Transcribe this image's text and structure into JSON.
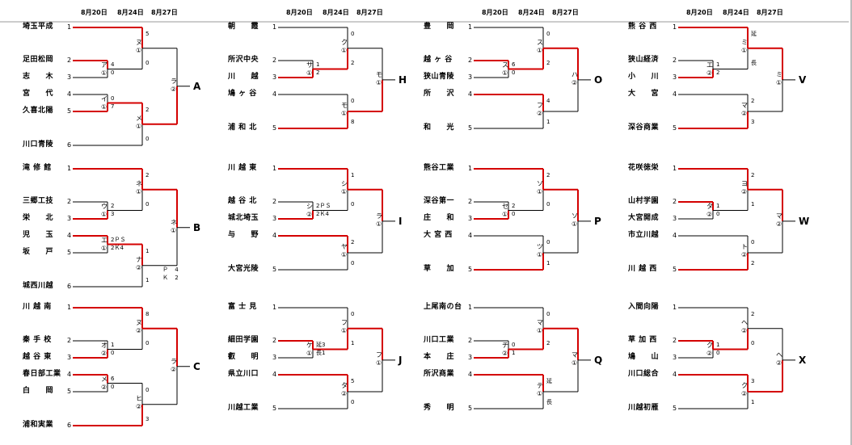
{
  "colors": {
    "win": "#d40000",
    "lose": "#000000"
  },
  "header": {
    "d1": "8月20日",
    "d2": "8月24日",
    "d3": "8月27日"
  },
  "blocks": [
    {
      "label": "A",
      "f": "ラ",
      "fn": "②",
      "size": 6,
      "teams": [
        {
          "name": "埼玉平成",
          "seed": "1"
        },
        {
          "name": "足田松岡",
          "seed": "2"
        },
        {
          "name": "志　　木",
          "seed": "3"
        },
        {
          "name": "宮　　代",
          "seed": "4"
        },
        {
          "name": "久喜北陽",
          "seed": "5"
        },
        {
          "name": "川口青陵",
          "seed": "6"
        }
      ],
      "r1": [
        {
          "k": "ア",
          "n": "①",
          "a": "4",
          "b": "0",
          "w": 0
        },
        {
          "k": "イ",
          "n": "①",
          "a": "0",
          "b": "7",
          "w": 1
        }
      ],
      "s": [
        {
          "k": "ヌ",
          "n": "①",
          "a": "5",
          "b": "0",
          "w": 0
        },
        {
          "k": "メ",
          "n": "①",
          "a": "2",
          "b": "0",
          "w": 0
        }
      ],
      "fw": 1
    },
    {
      "label": "B",
      "f": "ネ",
      "fn": "①",
      "size": 6,
      "teams": [
        {
          "name": "滝 修 館",
          "seed": "1"
        },
        {
          "name": "三郷工技",
          "seed": "2"
        },
        {
          "name": "栄　　北",
          "seed": "3"
        },
        {
          "name": "児　　玉",
          "seed": "4"
        },
        {
          "name": "坂　　戸",
          "seed": "5"
        },
        {
          "name": "城西川越",
          "seed": "6"
        }
      ],
      "r1": [
        {
          "k": "ウ",
          "n": "①",
          "a": "2",
          "b": "3",
          "w": 1
        },
        {
          "k": "エ",
          "n": "①",
          "a": "2ＰＳ",
          "b": "2Ｋ4",
          "w": 0
        }
      ],
      "s": [
        {
          "k": "ネ",
          "n": "①",
          "a": "2",
          "b": "0",
          "w": 0
        },
        {
          "k": "ナ",
          "n": "②",
          "a": "1",
          "b": "1",
          "w": 0
        }
      ],
      "fw": 0,
      "fnote": [
        "Ｐ 4",
        "Ｋ 2"
      ]
    },
    {
      "label": "C",
      "f": "ラ",
      "fn": "②",
      "size": 6,
      "teams": [
        {
          "name": "川 越 南",
          "seed": "1"
        },
        {
          "name": "秦 手 校",
          "seed": "2"
        },
        {
          "name": "越 谷 東",
          "seed": "3"
        },
        {
          "name": "春日部工業",
          "seed": "4"
        },
        {
          "name": "白　　岡",
          "seed": "5"
        },
        {
          "name": "浦和実業",
          "seed": "6"
        }
      ],
      "r1": [
        {
          "k": "オ",
          "n": "②",
          "a": "1",
          "b": "0",
          "w": 1
        },
        {
          "k": "メ",
          "n": "②",
          "a": "6",
          "b": "0",
          "w": 0
        }
      ],
      "s": [
        {
          "k": "ヌ",
          "n": "②",
          "a": "8",
          "b": "0",
          "w": 0
        },
        {
          "k": "ヒ",
          "n": "②",
          "a": "0",
          "b": "3",
          "w": 1
        }
      ],
      "fw": 0
    },
    {
      "label": "H",
      "f": "モ",
      "fn": "①",
      "size": 5,
      "teams": [
        {
          "name": "朝　　霞",
          "seed": "1"
        },
        {
          "name": "所沢中央",
          "seed": "2"
        },
        {
          "name": "川　　越",
          "seed": "3"
        },
        {
          "name": "鳩 ヶ 谷",
          "seed": "4"
        },
        {
          "name": "浦 和 北",
          "seed": "5"
        }
      ],
      "r1": [
        {
          "k": "サ",
          "n": "①",
          "a": "1",
          "b": "2",
          "w": 1
        }
      ],
      "s": [
        {
          "k": "ク",
          "n": "①",
          "a": "0",
          "b": "2",
          "w": 1
        },
        {
          "k": "モ",
          "n": "①",
          "a": "0",
          "b": "8",
          "w": 1
        }
      ],
      "fw": 1
    },
    {
      "label": "I",
      "f": "ラ",
      "fn": "①",
      "size": 5,
      "teams": [
        {
          "name": "川 越 東",
          "seed": "1"
        },
        {
          "name": "越 谷 北",
          "seed": "2"
        },
        {
          "name": "城北埼玉",
          "seed": "3"
        },
        {
          "name": "与　　野",
          "seed": "4"
        },
        {
          "name": "大宮光陵",
          "seed": "5"
        }
      ],
      "r1": [
        {
          "k": "シ",
          "n": "②",
          "a": "2ＰＳ",
          "b": "2Ｋ4",
          "w": 1
        }
      ],
      "s": [
        {
          "k": "シ",
          "n": "①",
          "a": "1",
          "b": "0",
          "w": 0
        },
        {
          "k": "ヤ",
          "n": "①",
          "a": "2",
          "b": "0",
          "w": 0
        }
      ],
      "fw": 0
    },
    {
      "label": "J",
      "f": "フ",
      "fn": "①",
      "size": 5,
      "teams": [
        {
          "name": "富 士 見",
          "seed": "1"
        },
        {
          "name": "細田学園",
          "seed": "2"
        },
        {
          "name": "叡　　明",
          "seed": "3"
        },
        {
          "name": "県立川口",
          "seed": "4"
        },
        {
          "name": "川越工業",
          "seed": "5"
        }
      ],
      "r1": [
        {
          "k": "ケ",
          "n": "①",
          "a": "延3",
          "b": "長1",
          "w": 0
        }
      ],
      "s": [
        {
          "k": "フ",
          "n": "①",
          "a": "0",
          "b": "1",
          "w": 1
        },
        {
          "k": "タ",
          "n": "②",
          "a": "5",
          "b": "0",
          "w": 0
        }
      ],
      "fw": 0
    },
    {
      "label": "O",
      "f": "ハ",
      "fn": "②",
      "size": 5,
      "teams": [
        {
          "name": "豊　　岡",
          "seed": "1"
        },
        {
          "name": "越 ヶ 谷",
          "seed": "2"
        },
        {
          "name": "狭山青陵",
          "seed": "3"
        },
        {
          "name": "所　　沢",
          "seed": "4"
        },
        {
          "name": "和　　光",
          "seed": "5"
        }
      ],
      "r1": [
        {
          "k": "ス",
          "n": "①",
          "a": "6",
          "b": "0",
          "w": 0
        }
      ],
      "s": [
        {
          "k": "ス",
          "n": "①",
          "a": "0",
          "b": "2",
          "w": 1
        },
        {
          "k": "フ",
          "n": "②",
          "a": "4",
          "b": "1",
          "w": 0
        }
      ],
      "fw": 0
    },
    {
      "label": "P",
      "f": "ソ",
      "fn": "①",
      "size": 5,
      "teams": [
        {
          "name": "熊谷工業",
          "seed": "1"
        },
        {
          "name": "深谷第一",
          "seed": "2"
        },
        {
          "name": "庄　　和",
          "seed": "3"
        },
        {
          "name": "大 宮 西",
          "seed": "4"
        },
        {
          "name": "草　　加",
          "seed": "5"
        }
      ],
      "r1": [
        {
          "k": "セ",
          "n": "①",
          "a": "2",
          "b": "0",
          "w": 1
        }
      ],
      "s": [
        {
          "k": "ソ",
          "n": "①",
          "a": "2",
          "b": "0",
          "w": 0
        },
        {
          "k": "ツ",
          "n": "①",
          "a": "0",
          "b": "1",
          "w": 1
        }
      ],
      "fw": 0
    },
    {
      "label": "Q",
      "f": "マ",
      "fn": "①",
      "size": 5,
      "teams": [
        {
          "name": "上尾南の台",
          "seed": "1"
        },
        {
          "name": "川口工業",
          "seed": "2"
        },
        {
          "name": "本　　庄",
          "seed": "3"
        },
        {
          "name": "所沢商業",
          "seed": "4"
        },
        {
          "name": "秀　　明",
          "seed": "5"
        }
      ],
      "r1": [
        {
          "k": "チ",
          "n": "②",
          "a": "0",
          "b": "1",
          "w": 1
        }
      ],
      "s": [
        {
          "k": "マ",
          "n": "①",
          "a": "0",
          "b": "2",
          "w": 1
        },
        {
          "k": "テ",
          "n": "①",
          "a": "延",
          "b": "長",
          "w": 0
        }
      ],
      "fw": 0
    },
    {
      "label": "V",
      "f": "ミ",
      "fn": "①",
      "size": 5,
      "teams": [
        {
          "name": "熊 谷 西",
          "seed": "1"
        },
        {
          "name": "狭山経済",
          "seed": "2"
        },
        {
          "name": "小　　川",
          "seed": "3"
        },
        {
          "name": "大　　宮",
          "seed": "4"
        },
        {
          "name": "深谷商業",
          "seed": "5"
        }
      ],
      "r1": [
        {
          "k": "エ",
          "n": "②",
          "a": "1",
          "b": "2",
          "w": 1
        }
      ],
      "s": [
        {
          "k": "ミ",
          "n": "①",
          "a": "延",
          "b": "長",
          "w": 0
        },
        {
          "k": "マ",
          "n": "②",
          "a": "2",
          "b": "3",
          "w": 1
        }
      ],
      "fw": 0
    },
    {
      "label": "W",
      "f": "マ",
      "fn": "②",
      "size": 5,
      "teams": [
        {
          "name": "花咲徳栄",
          "seed": "1"
        },
        {
          "name": "山村学園",
          "seed": "2"
        },
        {
          "name": "大宮開成",
          "seed": "3"
        },
        {
          "name": "市立川越",
          "seed": "4"
        },
        {
          "name": "川 越 西",
          "seed": "5"
        }
      ],
      "r1": [
        {
          "k": "タ",
          "n": "②",
          "a": "1",
          "b": "0",
          "w": 0
        }
      ],
      "s": [
        {
          "k": "ヨ",
          "n": "②",
          "a": "2",
          "b": "1",
          "w": 0
        },
        {
          "k": "ト",
          "n": "②",
          "a": "0",
          "b": "2",
          "w": 1
        }
      ],
      "fw": 0
    },
    {
      "label": "X",
      "f": "ヘ",
      "fn": "②",
      "size": 5,
      "teams": [
        {
          "name": "入間向陽",
          "seed": "1"
        },
        {
          "name": "草 加 西",
          "seed": "2"
        },
        {
          "name": "鳩　　山",
          "seed": "3"
        },
        {
          "name": "川口総合",
          "seed": "4"
        },
        {
          "name": "川越初雁",
          "seed": "5"
        }
      ],
      "r1": [
        {
          "k": "ク",
          "n": "②",
          "a": "1",
          "b": "0",
          "w": 0
        }
      ],
      "s": [
        {
          "k": "ヘ",
          "n": "②",
          "a": "2",
          "b": "0",
          "w": 1
        },
        {
          "k": "ク",
          "n": "②",
          "a": "3",
          "b": "1",
          "w": 0
        }
      ],
      "fw": 1
    }
  ]
}
